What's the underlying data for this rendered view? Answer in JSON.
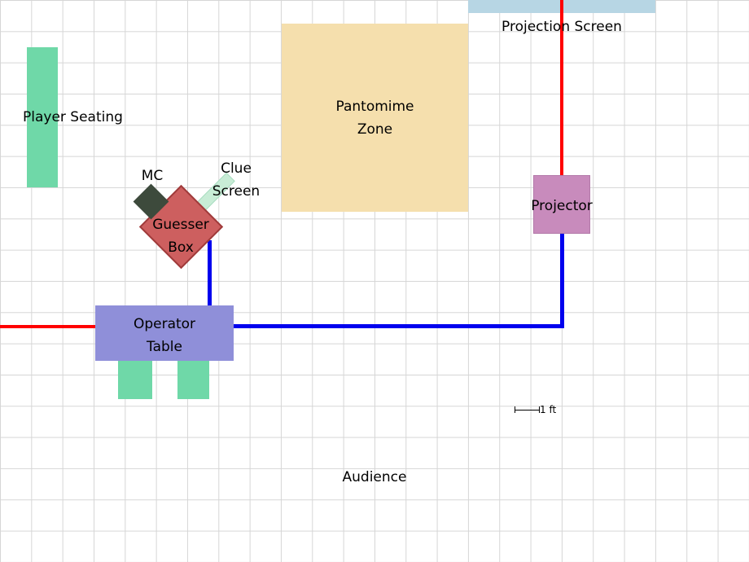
{
  "diagram": {
    "type": "floor-plan",
    "labels": {
      "projection_screen": "Projection Screen",
      "pantomime_zone": "Pantomime\nZone",
      "player_seating": "Player Seating",
      "mc": "MC",
      "clue_screen": "Clue\nScreen",
      "guesser_box": "Guesser\nBox",
      "operator_table": "Operator\nTable",
      "projector": "Projector",
      "audience": "Audience",
      "scale": "1 ft"
    },
    "colors": {
      "seating_green": "#6fd8a8",
      "pantomime_wheat": "#f5dfad",
      "projection_screen_blue": "#b7d6e4",
      "projector_mauve": "#c88bbc",
      "operator_table_purple": "#8f8fd9",
      "guesser_red": "#cd5f5f",
      "guesser_border_red": "#a03c3c",
      "mc_dark": "#3d4a3c",
      "clue_screen_green": "#c8ecd6",
      "cable_red": "#ff0000",
      "cable_blue": "#0000ee",
      "grid_gray": "#d6d6d6"
    }
  }
}
